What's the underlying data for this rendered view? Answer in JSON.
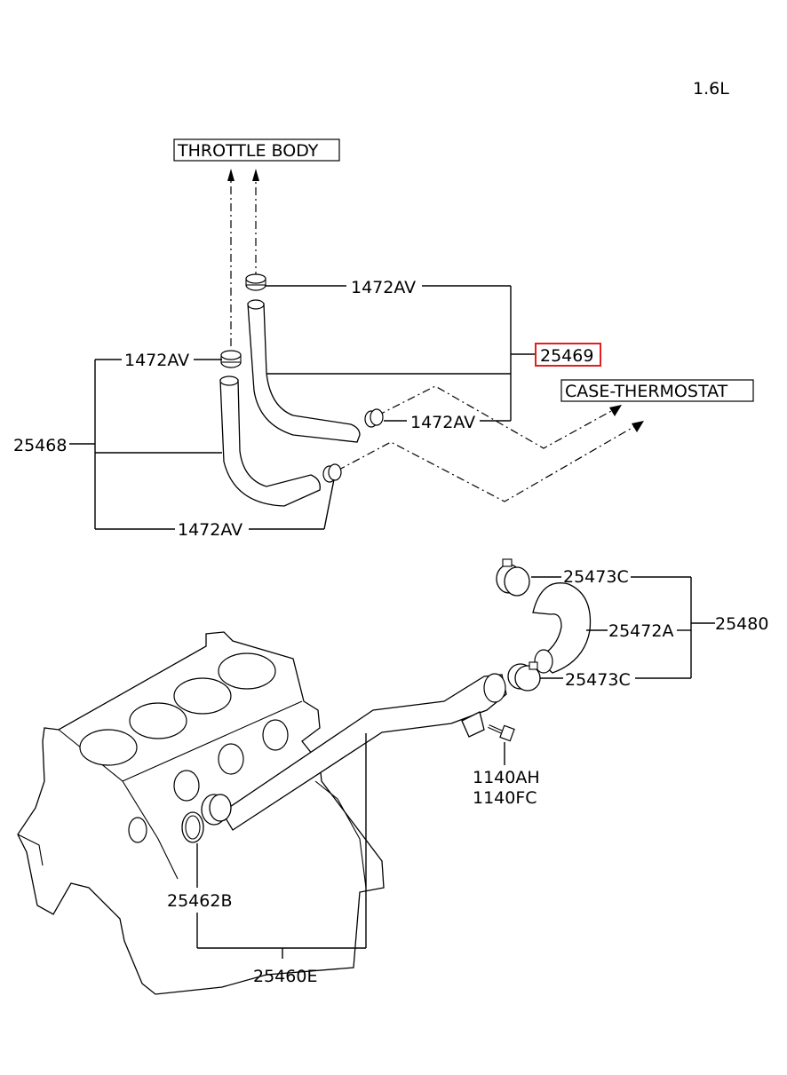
{
  "title": "1.6L",
  "references": {
    "throttle_body": "THROTTLE BODY",
    "case_thermostat": "CASE-THERMOSTAT"
  },
  "callouts": {
    "clamp_top": "1472AV",
    "clamp_left": "1472AV",
    "clamp_mid": "1472AV",
    "clamp_bottom": "1472AV",
    "hose_assy_upper": "25469",
    "hose_assy_lower": "25468",
    "clamp_hose_top": "25473C",
    "hose_radiator": "25472A",
    "clamp_hose_bottom": "25473C",
    "hose_assy_radiator": "25480",
    "bolt_a": "1140AH",
    "bolt_b": "1140FC",
    "oring": "25462B",
    "pipe_assy": "25460E"
  },
  "highlight_color": "#e02020"
}
